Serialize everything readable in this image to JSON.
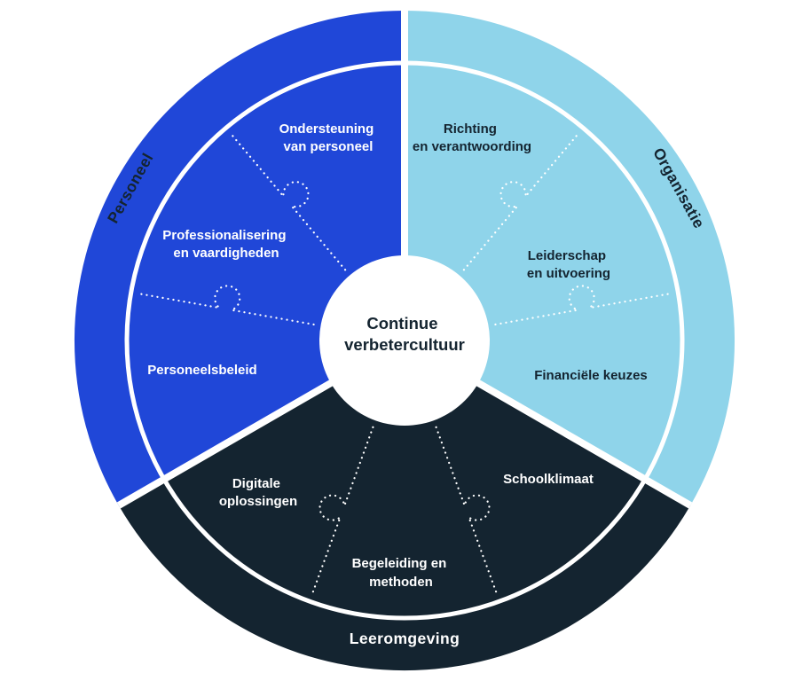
{
  "colors": {
    "blue": "#2047D8",
    "light_blue": "#8FD4EA",
    "dark_navy": "#142430",
    "white": "#FFFFFF"
  },
  "center": {
    "line1": "Continue",
    "line2": "verbetercultuur"
  },
  "sectors": {
    "personeel": {
      "label": "Personeel",
      "items": {
        "ondersteuning": {
          "line1": "Ondersteuning",
          "line2": "van personeel"
        },
        "professionalisering": {
          "line1": "Professionalisering",
          "line2": "en vaardigheden"
        },
        "personeelsbeleid": {
          "line1": "Personeelsbeleid"
        }
      }
    },
    "organisatie": {
      "label": "Organisatie",
      "items": {
        "richting": {
          "line1": "Richting",
          "line2": "en verantwoording"
        },
        "leiderschap": {
          "line1": "Leiderschap",
          "line2": "en uitvoering"
        },
        "financiele_keuzes": {
          "line1": "Financiële keuzes"
        }
      }
    },
    "leeromgeving": {
      "label": "Leeromgeving",
      "items": {
        "digitale_oplossingen": {
          "line1": "Digitale",
          "line2": "oplossingen"
        },
        "begeleiding": {
          "line1": "Begeleiding en",
          "line2": "methoden"
        },
        "schoolklimaat": {
          "line1": "Schoolklimaat"
        }
      }
    }
  }
}
